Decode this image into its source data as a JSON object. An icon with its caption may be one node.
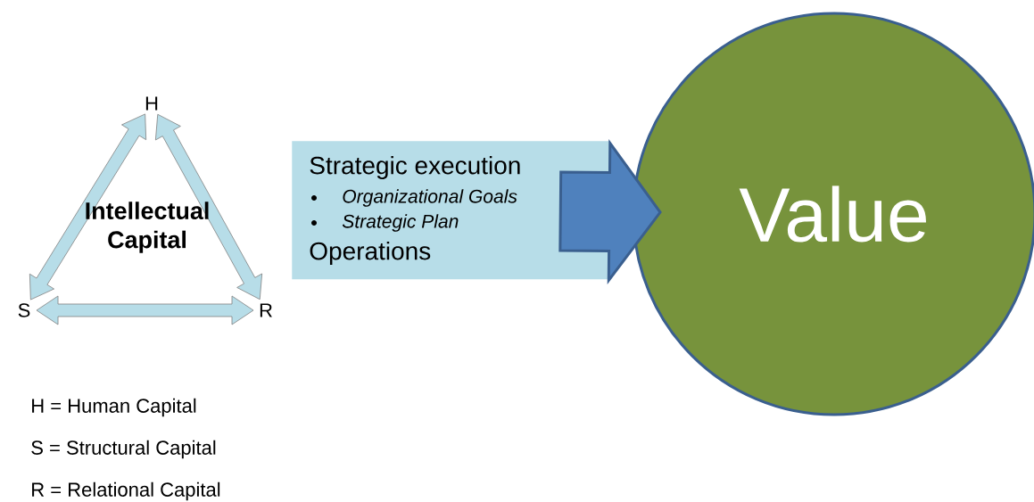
{
  "diagram": {
    "nodes": [
      {
        "text": [
          "H"
        ]
      },
      {
        "text": [
          "S"
        ]
      },
      {
        "text": [
          "R"
        ]
      },
      {
        "text": [
          "Strategic execution",
          "Organizational Goals",
          "Strategic Plan",
          "Operations"
        ]
      },
      {
        "text": [
          "Value"
        ]
      }
    ],
    "edges": [
      {
        "from": 0,
        "to": 1,
        "arrow": "both",
        "style": "thick"
      },
      {
        "from": 0,
        "to": 2,
        "arrow": "both",
        "style": "thick"
      },
      {
        "from": 1,
        "to": 2,
        "arrow": "both",
        "style": "thick"
      },
      {
        "from": 3,
        "to": 4,
        "arrow": "to",
        "style": "thick",
        "color": "#4f81bd"
      }
    ],
    "labels": [
      "Intellectual Capital",
      "H = Human Capital",
      "S = Structural Capital",
      "R = Relational Capital"
    ]
  }
}
